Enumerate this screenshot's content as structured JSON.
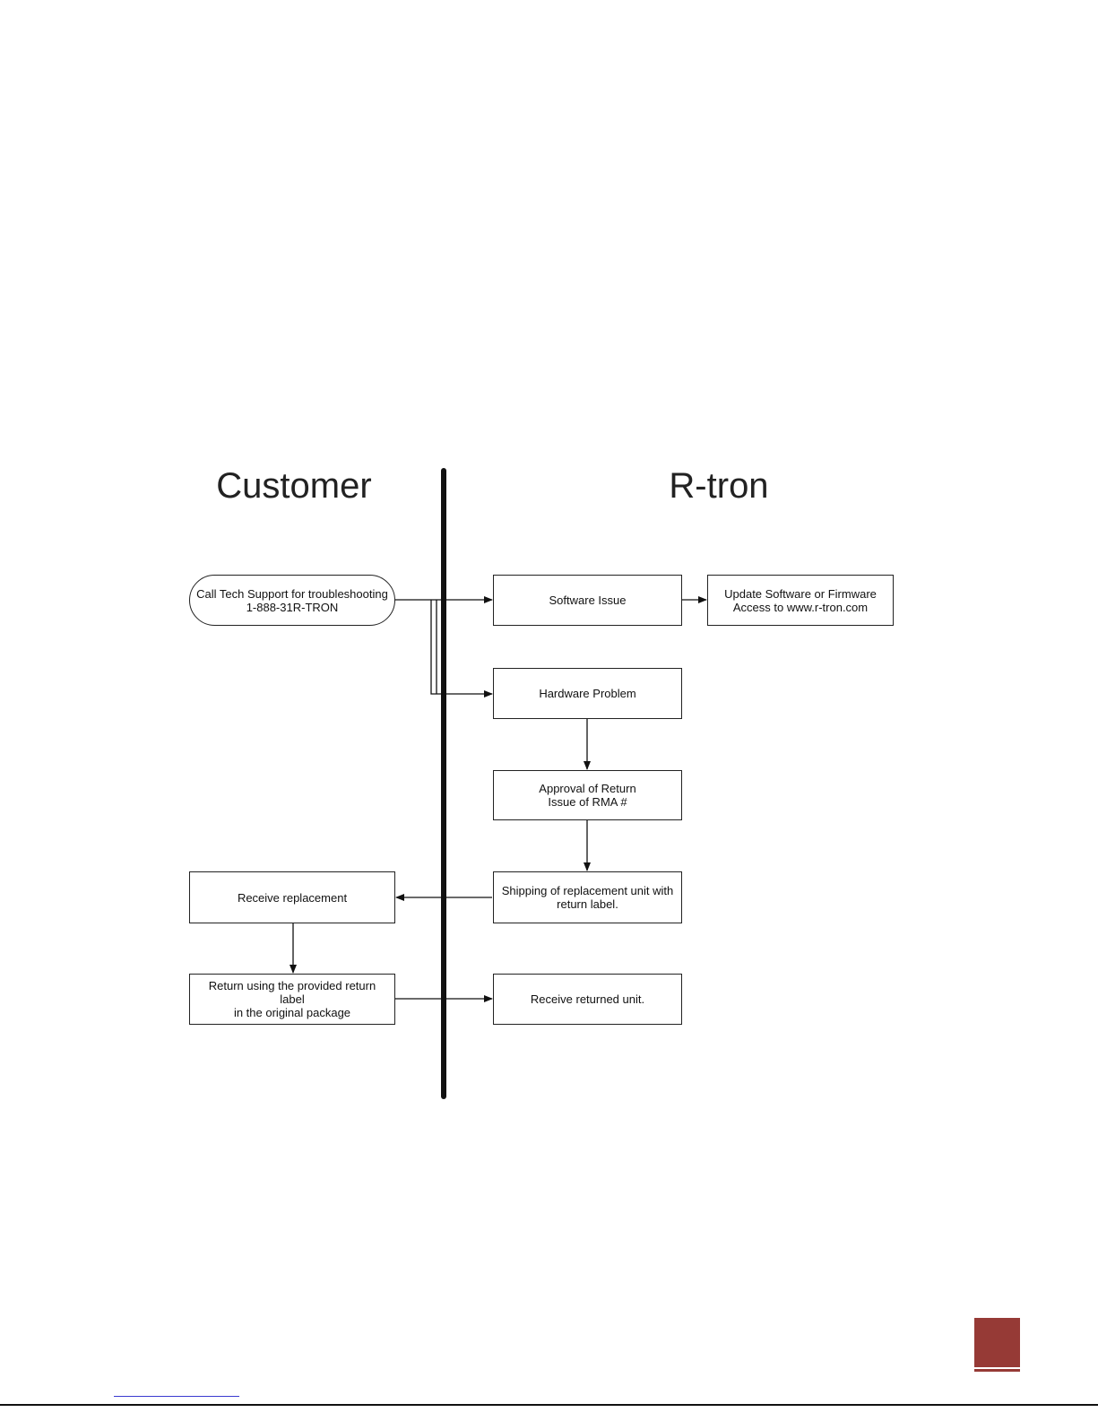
{
  "lanes": {
    "customer": "Customer",
    "rtron": "R-tron"
  },
  "nodes": {
    "call_support": "Call Tech Support for troubleshooting\n1-888-31R-TRON",
    "software_issue": "Software Issue",
    "update_software": "Update Software or Firmware\nAccess to www.r-tron.com",
    "hardware_problem": "Hardware Problem",
    "approval_return": "Approval of Return\nIssue of RMA #",
    "shipping_replacement": "Shipping of replacement unit with\nreturn label.",
    "receive_replacement": "Receive replacement",
    "return_unit": "Return using the provided return label\nin the original package",
    "receive_returned": "Receive returned unit."
  },
  "colors": {
    "accent": "#963a36",
    "line": "#111111"
  }
}
